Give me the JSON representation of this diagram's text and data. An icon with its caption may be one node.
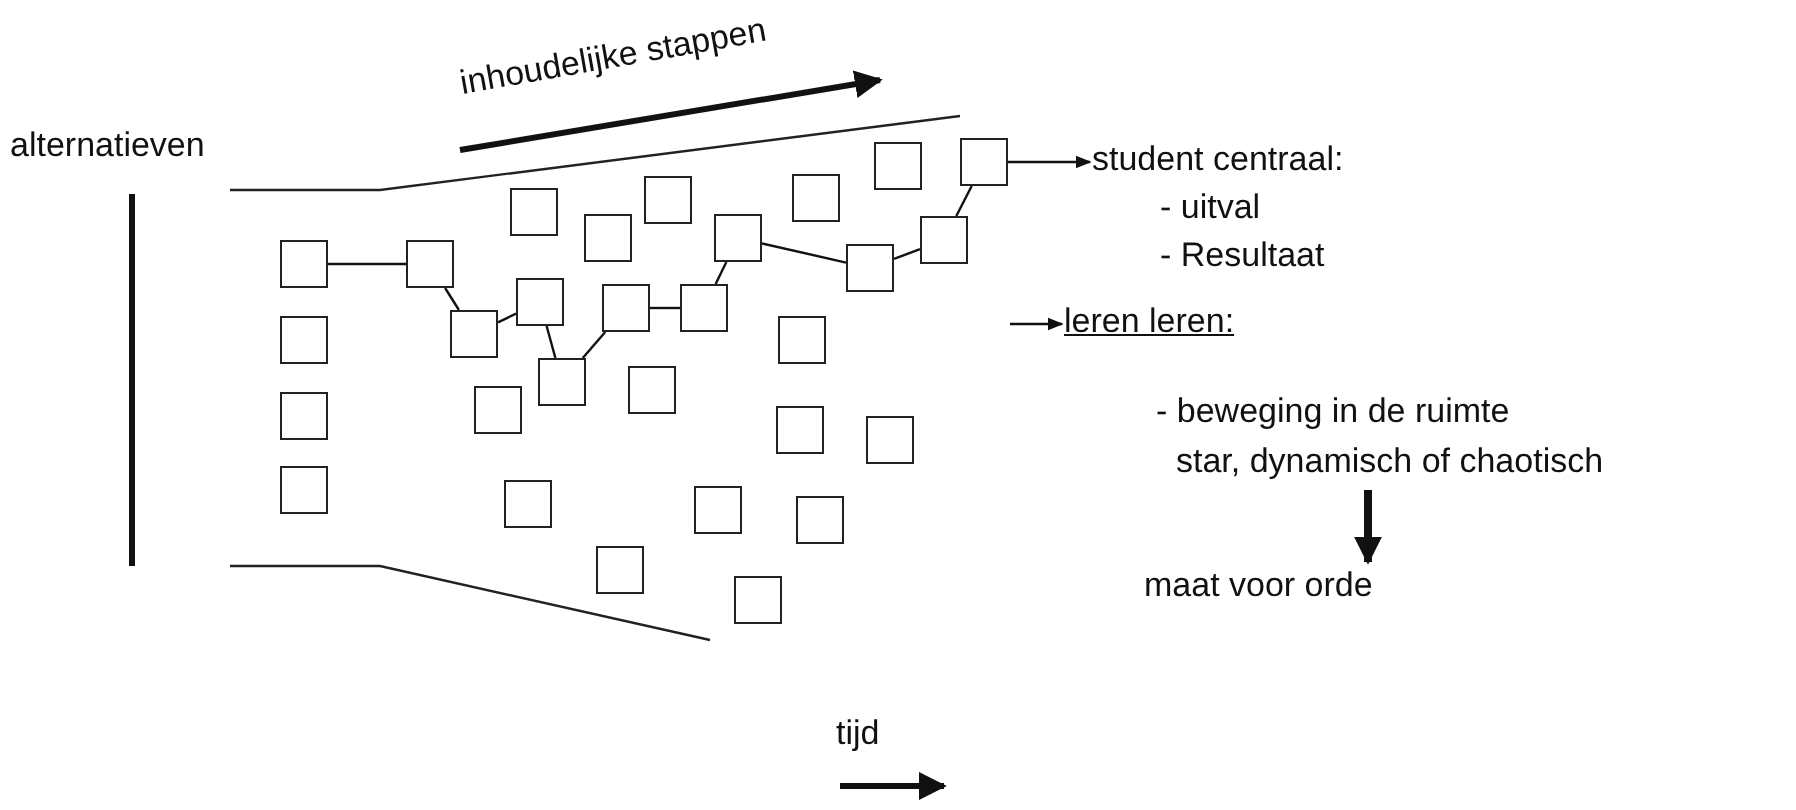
{
  "diagram": {
    "nodes": [
      {
        "text": [],
        "shape": "box"
      },
      {
        "text": [],
        "shape": "box"
      },
      {
        "text": [],
        "shape": "box"
      },
      {
        "text": [],
        "shape": "box"
      },
      {
        "text": [],
        "shape": "box"
      },
      {
        "text": [],
        "shape": "box"
      },
      {
        "text": [],
        "shape": "box"
      },
      {
        "text": [],
        "shape": "box"
      },
      {
        "text": [],
        "shape": "box"
      },
      {
        "text": [],
        "shape": "box"
      },
      {
        "text": [],
        "shape": "box"
      },
      {
        "text": [],
        "shape": "box"
      },
      {
        "text": [],
        "shape": "box"
      },
      {
        "text": [],
        "shape": "box"
      },
      {
        "text": [],
        "shape": "box"
      },
      {
        "text": [],
        "shape": "box"
      },
      {
        "text": [],
        "shape": "box"
      },
      {
        "text": [],
        "shape": "box"
      },
      {
        "text": [],
        "shape": "box"
      },
      {
        "text": [],
        "shape": "box"
      },
      {
        "text": [],
        "shape": "box"
      },
      {
        "text": [],
        "shape": "box"
      },
      {
        "text": [],
        "shape": "box"
      },
      {
        "text": [],
        "shape": "box"
      },
      {
        "text": [],
        "shape": "box"
      },
      {
        "text": [],
        "shape": "box"
      },
      {
        "text": [],
        "shape": "box"
      },
      {
        "text": [],
        "shape": "box"
      },
      {
        "text": [],
        "shape": "box"
      },
      {
        "text": [
          "student centraal:",
          "- uitval",
          "- Resultaat"
        ]
      },
      {
        "text": [
          "leren leren:",
          "- beweging in de ruimte",
          "star, dynamisch of chaotisch"
        ]
      },
      {
        "text": [
          "maat voor orde"
        ]
      }
    ],
    "edges": [
      {
        "from": 0,
        "to": 4,
        "arrow": "none"
      },
      {
        "from": 4,
        "to": 5,
        "arrow": "none"
      },
      {
        "from": 5,
        "to": 9,
        "arrow": "none"
      },
      {
        "from": 9,
        "to": 10,
        "arrow": "none"
      },
      {
        "from": 10,
        "to": 13,
        "arrow": "none"
      },
      {
        "from": 13,
        "to": 16,
        "arrow": "none"
      },
      {
        "from": 16,
        "to": 18,
        "arrow": "none"
      },
      {
        "from": 18,
        "to": 24,
        "arrow": "none"
      },
      {
        "from": 24,
        "to": 27,
        "arrow": "none"
      },
      {
        "from": 27,
        "to": 28,
        "arrow": "none"
      },
      {
        "from": 28,
        "to": 29,
        "arrow": "to"
      },
      {
        "from": null,
        "to": 30,
        "arrow": "to"
      },
      {
        "from": 30,
        "to": 31,
        "arrow": "to",
        "style": "thick"
      }
    ],
    "labels": [
      "alternatieven",
      "inhoudelijke stappen",
      "tijd"
    ]
  }
}
